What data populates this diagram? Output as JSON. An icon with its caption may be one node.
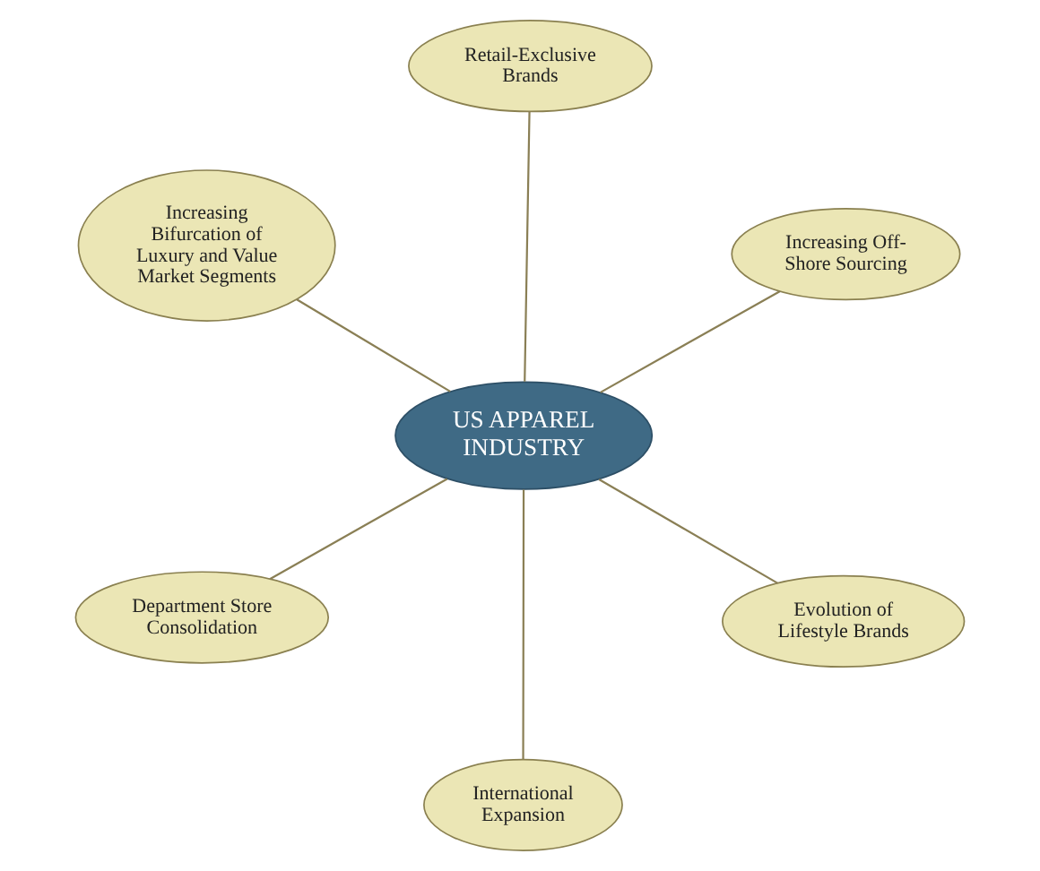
{
  "diagram": {
    "nodes": [
      {
        "text": [
          "US APPAREL INDUSTRY"
        ]
      },
      {
        "text": [
          "Evolution of Lifestyle Brands"
        ]
      },
      {
        "text": [
          "International Expansion"
        ]
      },
      {
        "text": [
          "Increasing Bifurcation of Luxury and Value Market Segments"
        ]
      },
      {
        "text": [
          "Increasing Off-Shore Sourcing"
        ]
      },
      {
        "text": [
          "Retail-Exclusive Brands"
        ]
      },
      {
        "text": [
          "Department Store Consolidation"
        ]
      }
    ],
    "edges": [
      {
        "from": 0,
        "to": 1,
        "arrow": "none"
      },
      {
        "from": 0,
        "to": 2,
        "arrow": "none"
      },
      {
        "from": 0,
        "to": 3,
        "arrow": "none"
      },
      {
        "from": 0,
        "to": 4,
        "arrow": "none"
      },
      {
        "from": 0,
        "to": 5,
        "arrow": "none"
      },
      {
        "from": 0,
        "to": 6,
        "arrow": "none"
      }
    ]
  }
}
